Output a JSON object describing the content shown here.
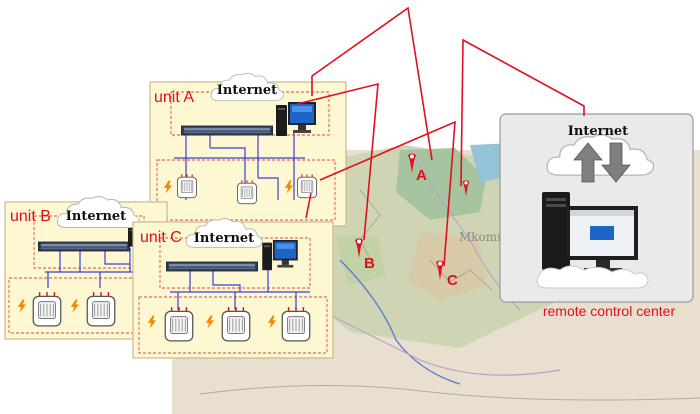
{
  "units": [
    {
      "label": "unit A",
      "cloud_text": "Internet"
    },
    {
      "label": "unit B",
      "cloud_text": "Internet"
    },
    {
      "label": "unit C",
      "cloud_text": "Internet"
    }
  ],
  "map": {
    "markers": [
      "A",
      "B",
      "C"
    ],
    "watermark": "Mkommer"
  },
  "control_center": {
    "cloud_text": "Internet",
    "label": "remote control center"
  },
  "colors": {
    "link": "#e0101e",
    "unit_fill": "#fdf7d2",
    "unit_border": "#c8b98f",
    "dash": "#e8443a",
    "network": "#3b3fd4",
    "panel": "#eaeaea"
  },
  "icons": [
    "cloud-icon",
    "network-switch-icon",
    "computer-icon",
    "heater-device-icon",
    "lightning-icon",
    "map-pin-icon",
    "upload-arrow-icon",
    "download-arrow-icon"
  ]
}
